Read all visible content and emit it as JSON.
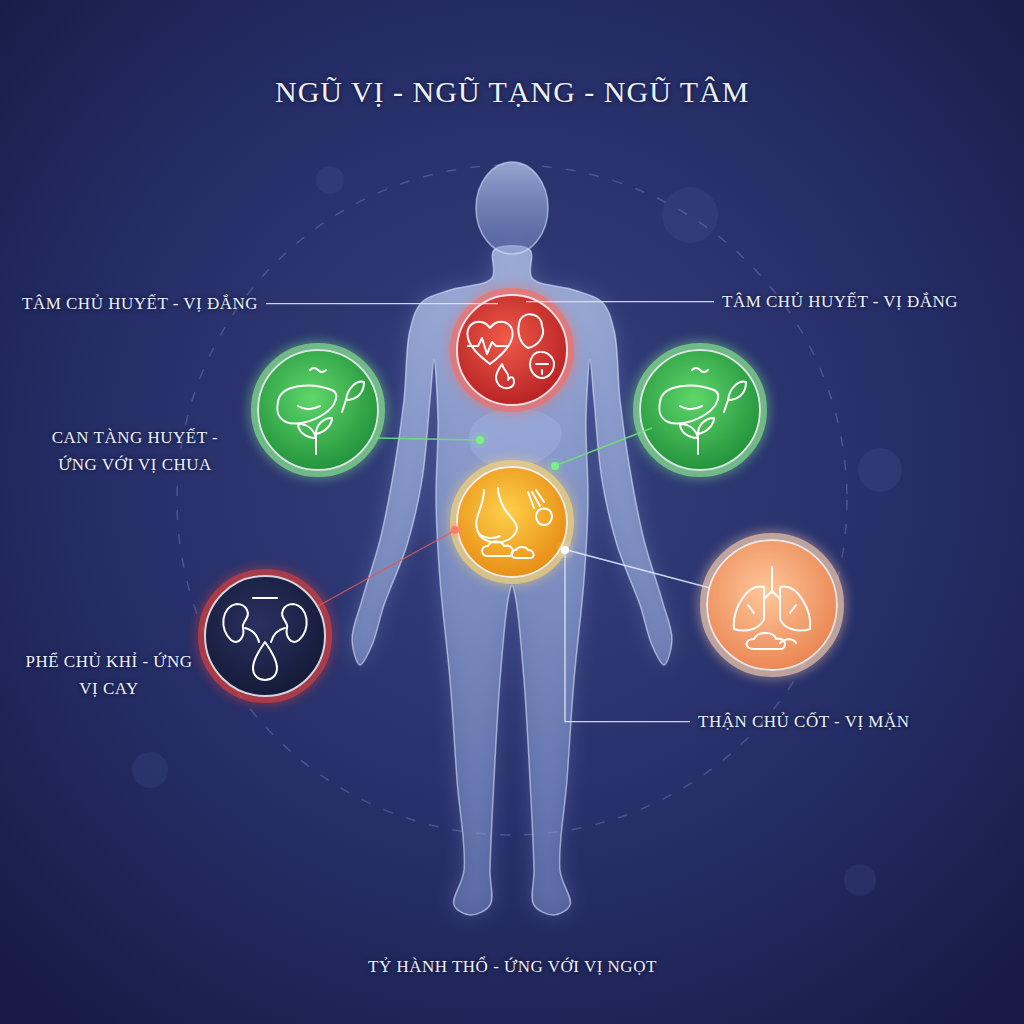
{
  "diagram": {
    "title": "NGŨ VỊ - NGŨ TẠNG - NGŨ TÂM",
    "labels": [
      "TÂM CHỦ HUYẾT - VỊ ĐẮNG",
      "TÂM CHỦ HUYẾT - VỊ ĐẮNG",
      "CAN TÀNG HUYẾT - ỨNG VỚI VỊ CHUA",
      "PHỂ CHỦ KHỈ - ỨNG VỊ CAY",
      "THẬN CHỦ CỐT - VỊ MẶN",
      "TỶ HÀNH THỔ - ỨNG VỚI VỊ NGỌT"
    ]
  }
}
